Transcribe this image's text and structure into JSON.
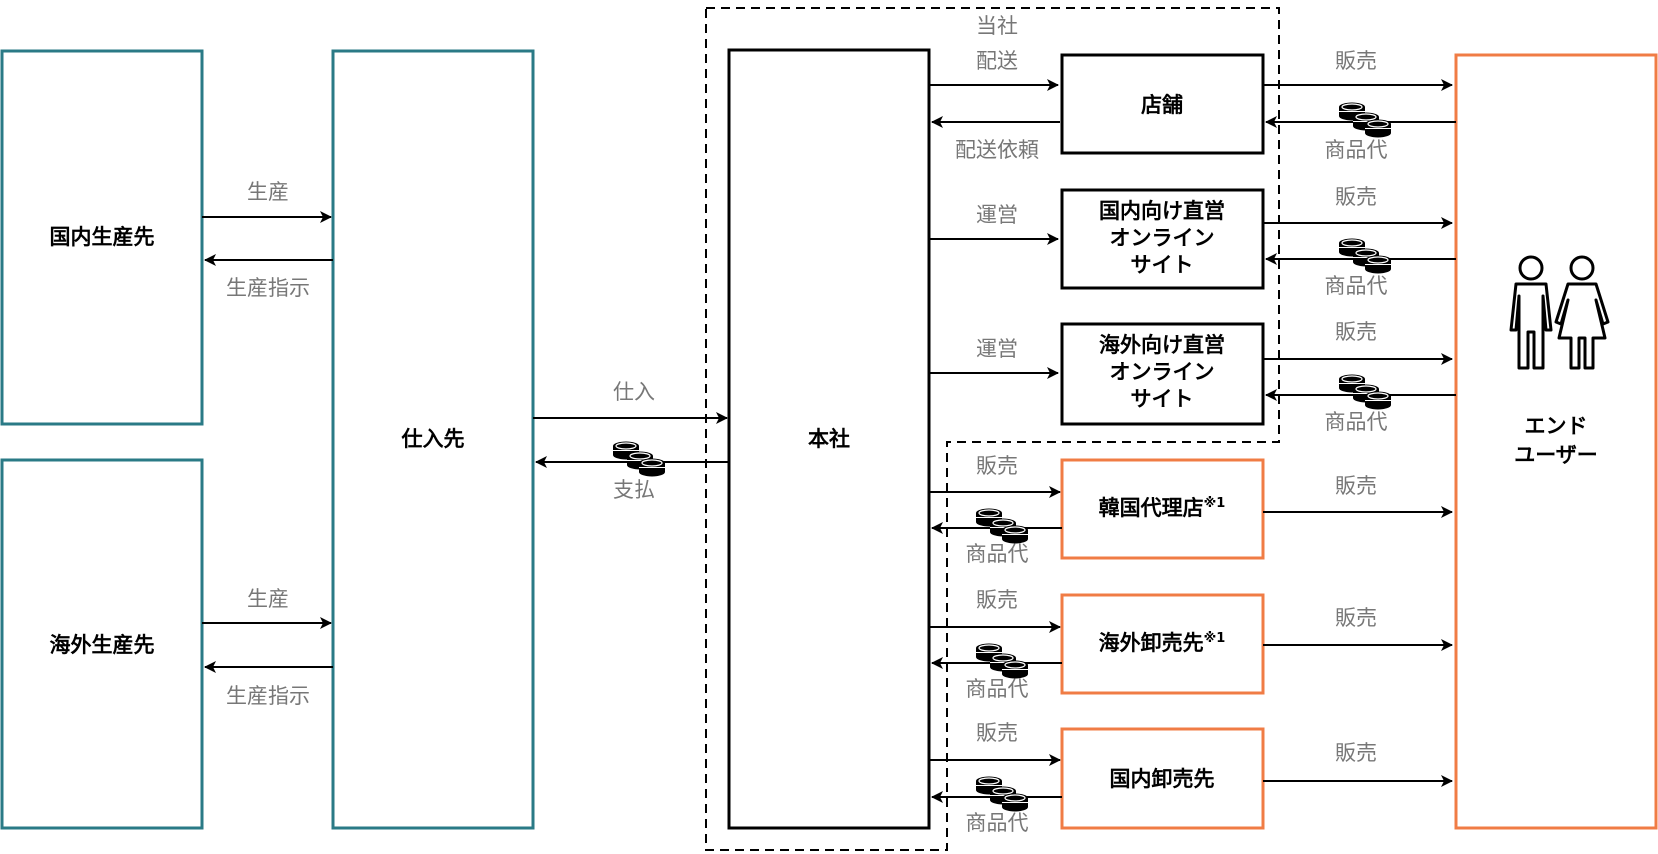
{
  "colors": {
    "teal": "#2a7a86",
    "orange": "#f07c45",
    "black": "#000000",
    "label": "#777777"
  },
  "company_group_label": "当社",
  "boxes": {
    "domestic_producer": "国内生産先",
    "overseas_producer": "海外生産先",
    "supplier": "仕入先",
    "headquarters": "本社",
    "store": "店舗",
    "domestic_online": [
      "国内向け直営",
      "オンライン",
      "サイト"
    ],
    "overseas_online": [
      "海外向け直営",
      "オンライン",
      "サイト"
    ],
    "korea_agent": "韓国代理店",
    "korea_agent_note": "※1",
    "overseas_wholesale": "海外卸売先",
    "overseas_wholesale_note": "※1",
    "domestic_wholesale": "国内卸売先",
    "end_user": [
      "エンド",
      "ユーザー"
    ]
  },
  "labels": {
    "production": "生産",
    "production_instruction": "生産指示",
    "purchase": "仕入",
    "payment": "支払",
    "delivery": "配送",
    "delivery_request": "配送依頼",
    "operation": "運営",
    "sales": "販売",
    "product_price": "商品代"
  },
  "icons": {
    "coins": "coins-icon",
    "people": "people-icon"
  }
}
